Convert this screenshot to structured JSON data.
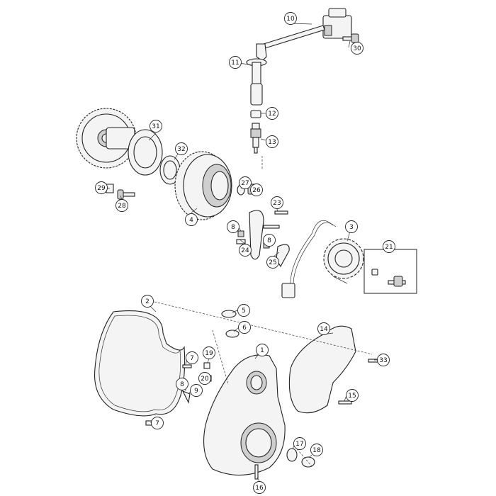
{
  "diagram": {
    "callouts": [
      {
        "id": "c1",
        "label": "1"
      },
      {
        "id": "c2",
        "label": "2"
      },
      {
        "id": "c3",
        "label": "3"
      },
      {
        "id": "c4",
        "label": "4"
      },
      {
        "id": "c5",
        "label": "5"
      },
      {
        "id": "c6",
        "label": "6"
      },
      {
        "id": "c7a",
        "label": "7"
      },
      {
        "id": "c7b",
        "label": "7"
      },
      {
        "id": "c8a",
        "label": "8"
      },
      {
        "id": "c8b",
        "label": "8"
      },
      {
        "id": "c8c",
        "label": "8"
      },
      {
        "id": "c9",
        "label": "9"
      },
      {
        "id": "c10",
        "label": "10"
      },
      {
        "id": "c11",
        "label": "11"
      },
      {
        "id": "c12",
        "label": "12"
      },
      {
        "id": "c13",
        "label": "13"
      },
      {
        "id": "c14",
        "label": "14"
      },
      {
        "id": "c15",
        "label": "15"
      },
      {
        "id": "c16",
        "label": "16"
      },
      {
        "id": "c17",
        "label": "17"
      },
      {
        "id": "c18",
        "label": "18"
      },
      {
        "id": "c19",
        "label": "19"
      },
      {
        "id": "c20",
        "label": "20"
      },
      {
        "id": "c21",
        "label": "21"
      },
      {
        "id": "c23",
        "label": "23"
      },
      {
        "id": "c24",
        "label": "24"
      },
      {
        "id": "c25",
        "label": "25"
      },
      {
        "id": "c26",
        "label": "26"
      },
      {
        "id": "c27",
        "label": "27"
      },
      {
        "id": "c28",
        "label": "28"
      },
      {
        "id": "c29",
        "label": "29"
      },
      {
        "id": "c30",
        "label": "30"
      },
      {
        "id": "c31",
        "label": "31"
      },
      {
        "id": "c32",
        "label": "32"
      },
      {
        "id": "c33",
        "label": "33"
      }
    ]
  }
}
